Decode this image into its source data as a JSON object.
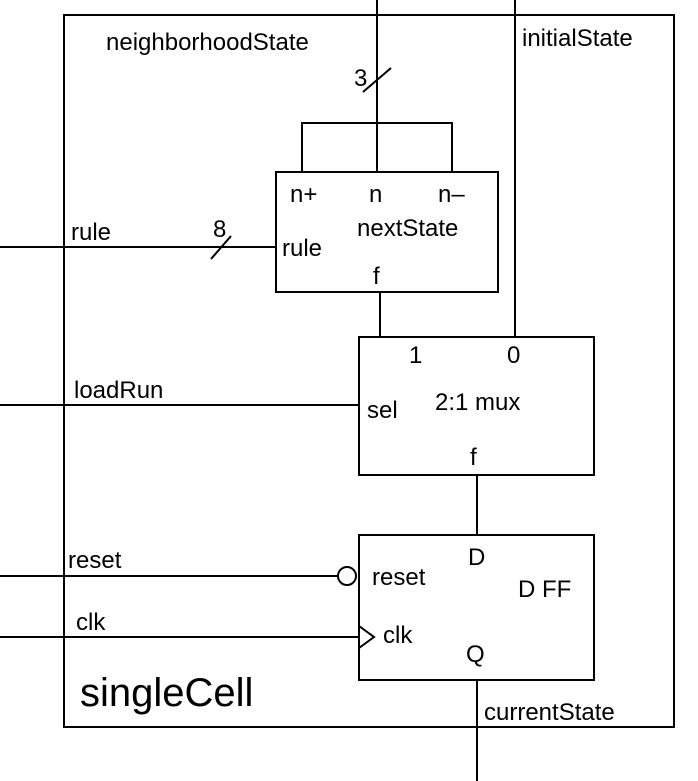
{
  "module": {
    "name": "singleCell",
    "inputs": {
      "neighborhood_state": "neighborhoodState",
      "initial_state": "initialState",
      "rule": "rule",
      "load_run": "loadRun",
      "reset": "reset",
      "clk": "clk"
    },
    "output": "currentState"
  },
  "bus_widths": {
    "neighborhood": "3",
    "rule": "8"
  },
  "next_state_block": {
    "title": "nextState",
    "port_n_plus": "n+",
    "port_n": "n",
    "port_n_minus": "n–",
    "port_rule": "rule",
    "port_f": "f"
  },
  "mux_block": {
    "title": "2:1 mux",
    "port_1": "1",
    "port_0": "0",
    "port_sel": "sel",
    "port_f": "f"
  },
  "dff_block": {
    "title": "D FF",
    "port_d": "D",
    "port_reset": "reset",
    "port_clk": "clk",
    "port_q": "Q"
  }
}
